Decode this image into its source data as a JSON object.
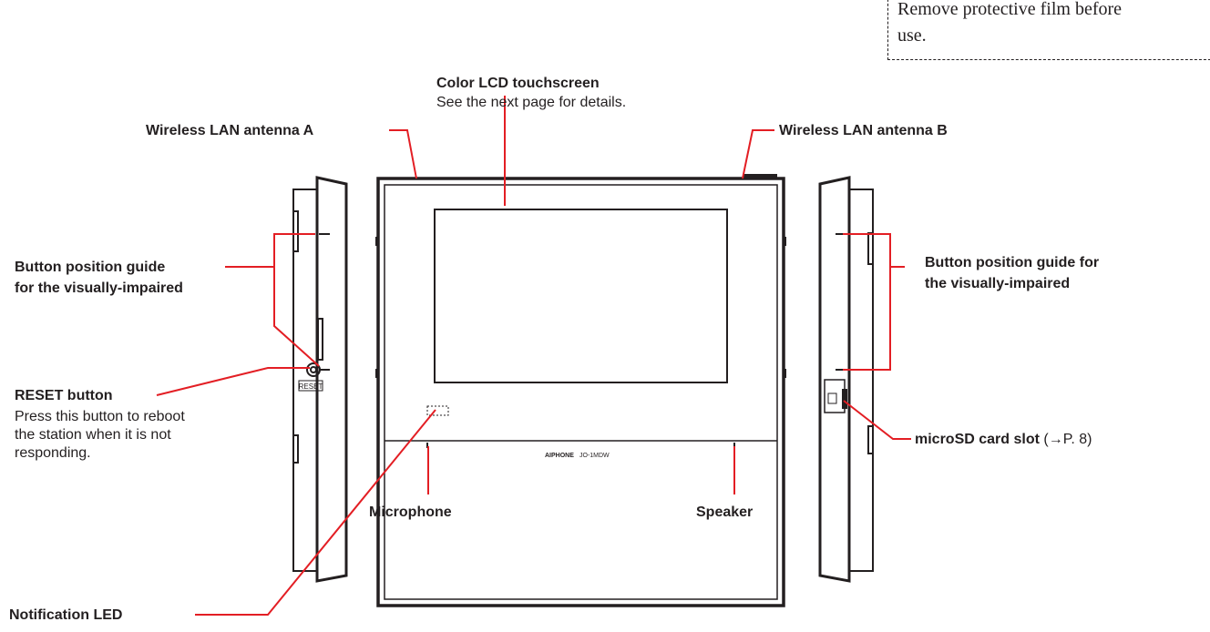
{
  "note": {
    "line1": "Remove protective film before",
    "line2": "use."
  },
  "labels": {
    "lcd_title": "Color LCD touchscreen",
    "lcd_sub": "See the next page for details.",
    "antenna_a": "Wireless LAN antenna A",
    "antenna_b": "Wireless LAN antenna B",
    "guide_left_1": "Button position guide",
    "guide_left_2": "for the visually-impaired",
    "guide_right_1": "Button position guide for",
    "guide_right_2": "the visually-impaired",
    "reset_title": "RESET button",
    "reset_desc_1": "Press this button to reboot",
    "reset_desc_2": "the station when it is not",
    "reset_desc_3": "responding.",
    "microsd": "microSD card slot",
    "microsd_ref": " (→P. 8)",
    "microphone": "Microphone",
    "speaker": "Speaker",
    "notification": "Notification LED",
    "brand": "AIPHONE",
    "model": "JO-1MDW",
    "reset_tag": "RESET"
  },
  "colors": {
    "leader": "#e31e24",
    "ink": "#231f20"
  }
}
